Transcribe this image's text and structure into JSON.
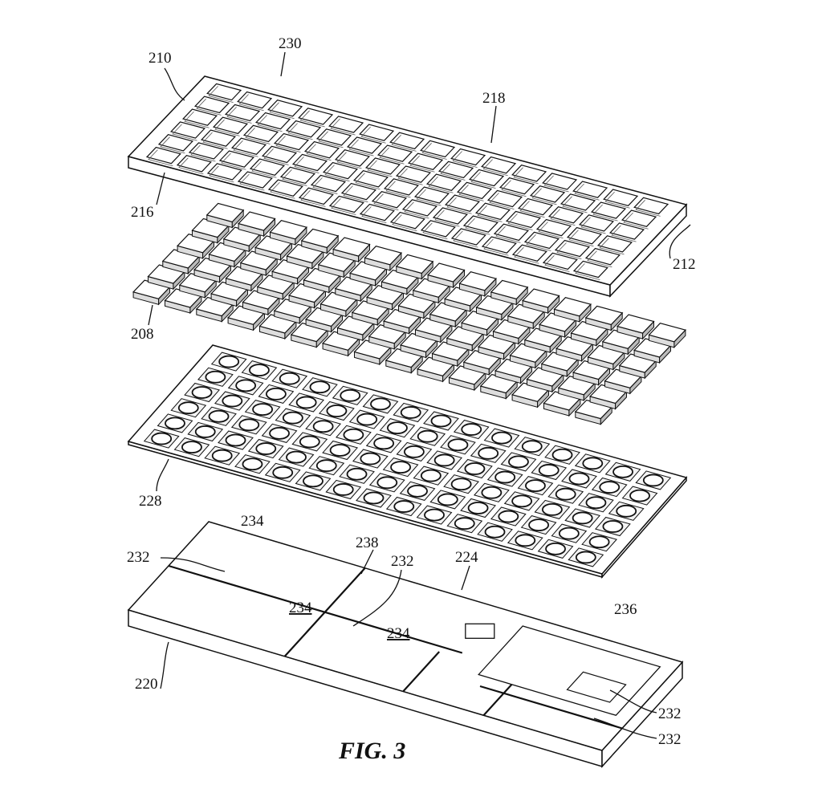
{
  "figure": {
    "caption": "FIG. 3",
    "reference_labels": {
      "frame": "210",
      "frame_opening": "230",
      "frame_web": "218",
      "frame_side": "216",
      "frame_edge": "212",
      "keycaps": "208",
      "membrane": "228",
      "base_cavity_a": "234",
      "base_wall_left": "232",
      "base_channel": "238",
      "base_wall_mid": "232",
      "connector": "224",
      "base_cavity_b": "234",
      "base_cavity_c": "234",
      "circuit_board": "236",
      "base": "220",
      "base_wall_right_a": "232",
      "base_wall_right_b": "232"
    }
  }
}
